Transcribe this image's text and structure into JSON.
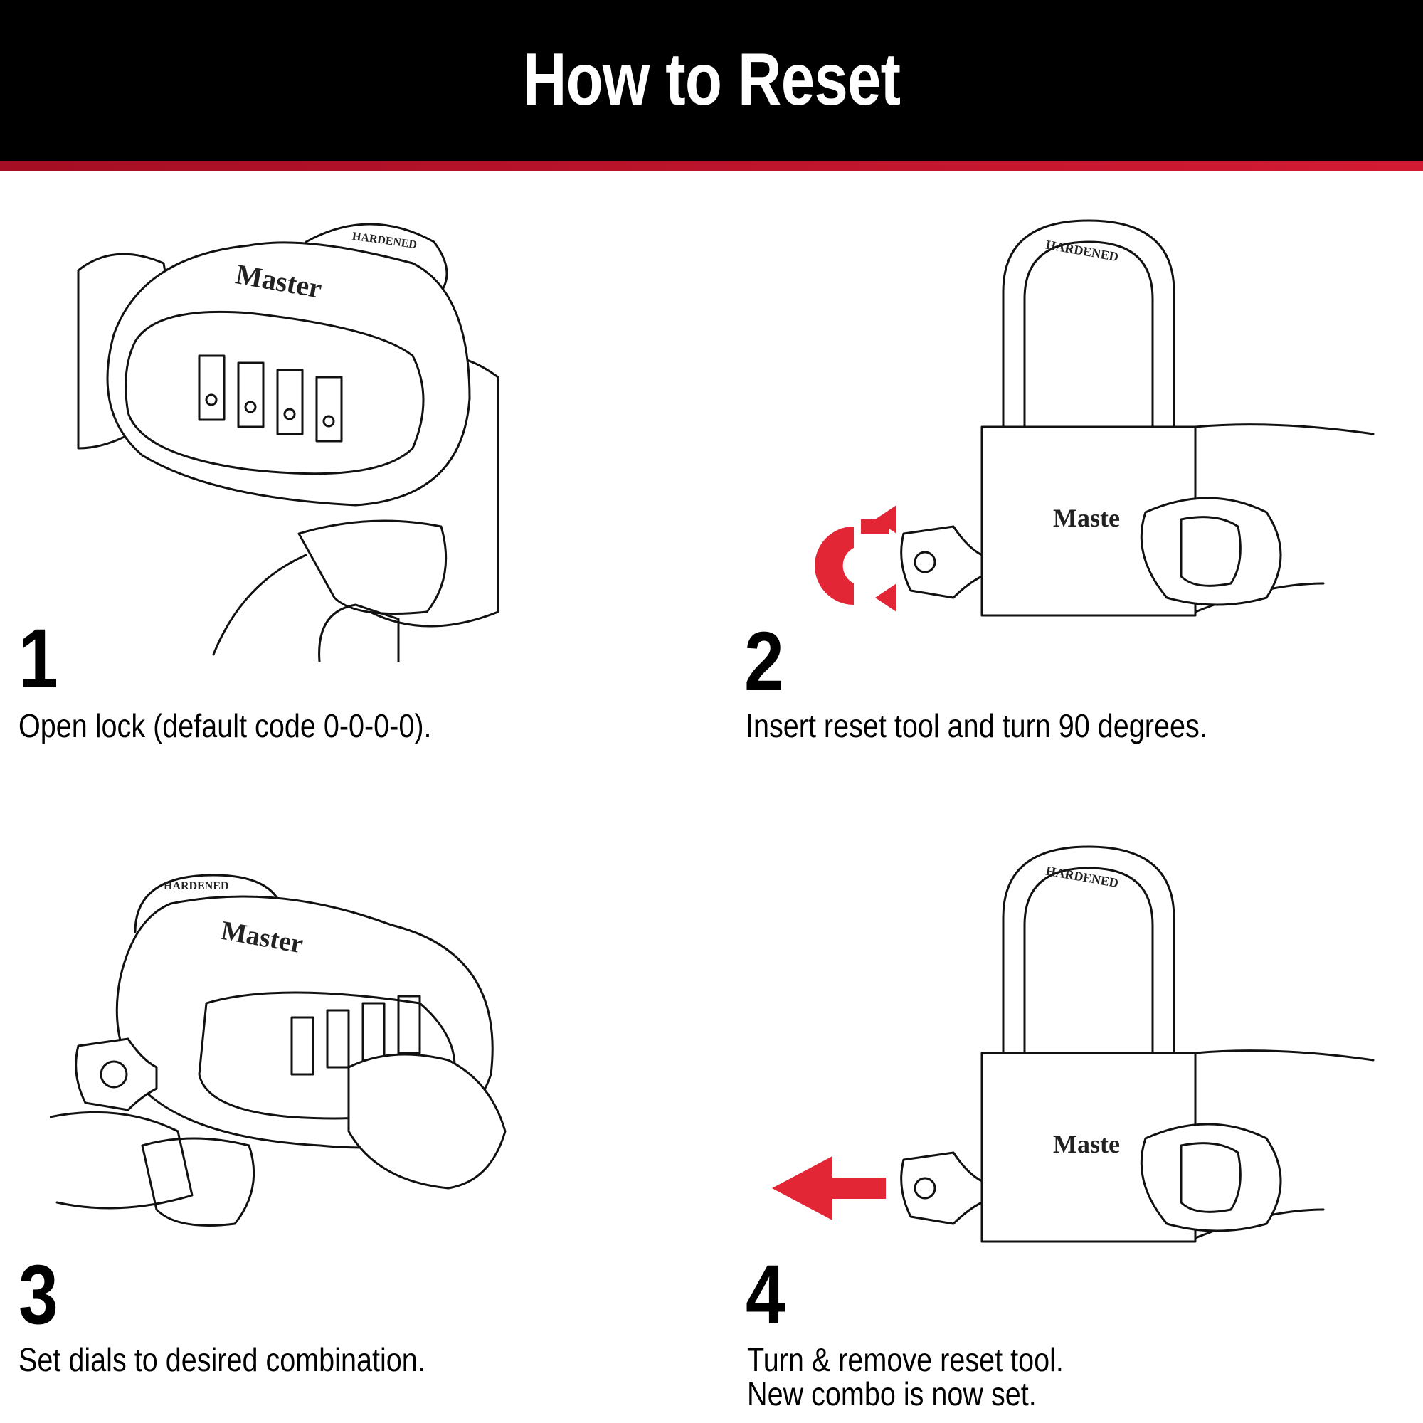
{
  "header": {
    "title": "How to Reset"
  },
  "steps": [
    {
      "number": "1",
      "caption": "Open lock (default code 0-0-0-0)."
    },
    {
      "number": "2",
      "caption": "Insert reset tool and turn 90 degrees."
    },
    {
      "number": "3",
      "caption": "Set dials to desired combination."
    },
    {
      "number": "4",
      "caption": "Turn & remove reset tool.",
      "caption2": "New combo is now set."
    }
  ],
  "lock": {
    "brand": "Master",
    "shackle_label": "HARDENED"
  },
  "colors": {
    "header_bg": "#000000",
    "accent_red": "#e32636"
  }
}
